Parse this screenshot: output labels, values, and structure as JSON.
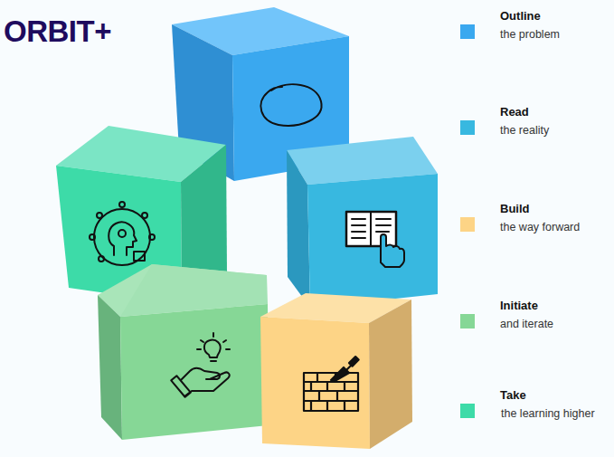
{
  "diagram": {
    "title": "ORBIT+",
    "labels": [
      "the problem",
      "the reality",
      "the way forward",
      "and iterate",
      "the learning higher"
    ],
    "legend": [
      {
        "text": "Outline",
        "color": "#3aa8ef"
      },
      {
        "text": "Read",
        "color": "#38b8e0"
      },
      {
        "text": "Build",
        "color": "#fdd486"
      },
      {
        "text": "Initiate",
        "color": "#86d796"
      },
      {
        "text": "Take",
        "color": "#3ddba8"
      }
    ]
  }
}
